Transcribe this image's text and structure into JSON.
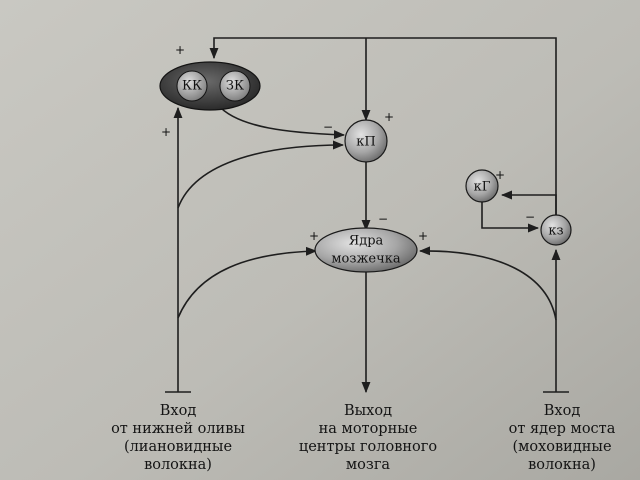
{
  "nodes": {
    "kk": "КК",
    "zk": "ЗК",
    "kp": "кП",
    "kg": "кГ",
    "kz": "кз",
    "nuclei_line1": "Ядра",
    "nuclei_line2": "мозжечка"
  },
  "signs": {
    "plus": "+",
    "minus": "−"
  },
  "captions": {
    "left": [
      "Вход",
      "от нижней оливы",
      "(лиановидные",
      "волокна)"
    ],
    "center": [
      "Выход",
      "на моторные",
      "центры головного",
      "мозга"
    ],
    "right": [
      "Вход",
      "от ядер моста",
      "(моховидные",
      "волокна)"
    ]
  },
  "colors": {
    "background": "#bdbcb6",
    "line": "#1e1e1e",
    "granule_fill": "#3a3a3a",
    "node_fill": "#a9a9a9"
  }
}
